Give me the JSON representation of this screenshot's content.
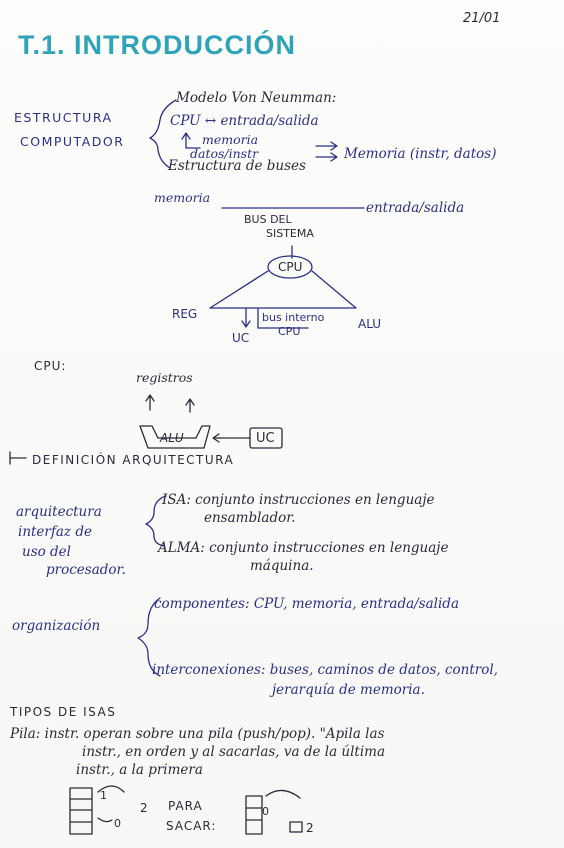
{
  "date": "21/01",
  "title": "T.1. INTRODUCCIÓN",
  "estructura": {
    "label_1": "ESTRUCTURA",
    "label_2": "COMPUTADOR",
    "line_1": "Modelo Von Neumman:",
    "line_2": "CPU ↔ entrada/salida",
    "line_3": "memoria",
    "line_4": "datos/instr",
    "line_5": "Memoria (instr, datos)",
    "line_6": "Estructura de buses"
  },
  "bus_diagram": {
    "memoria": "memoria",
    "entrada_salida": "entrada/salida",
    "bus_sistema_1": "BUS DEL",
    "bus_sistema_2": "SISTEMA",
    "cpu": "CPU",
    "reg": "REG",
    "bus_interno_1": "bus interno",
    "bus_interno_2": "CPU",
    "alu": "ALU",
    "uc": "UC"
  },
  "cpu_diagram": {
    "label": "CPU:",
    "registros": "registros",
    "alu": "ALU",
    "uc": "UC"
  },
  "definicion": "DEFINICIÓN ARQUITECTURA",
  "arquitectura": {
    "label_1": "arquitectura",
    "label_2": "interfaz de",
    "label_3": "uso del",
    "label_4": "procesador.",
    "isa_1": "ISA: conjunto instrucciones en lenguaje",
    "isa_2": "ensamblador.",
    "alma_1": "ALMA: conjunto instrucciones en lenguaje",
    "alma_2": "máquina."
  },
  "organizacion": {
    "label": "organización",
    "componentes": "componentes: CPU, memoria, entrada/salida",
    "interconexiones_1": "interconexiones: buses, caminos de datos, control,",
    "interconexiones_2": "jerarquía de memoria."
  },
  "tipos": {
    "heading": "TIPOS DE ISAS",
    "pila_1": "Pila: instr. operan sobre una pila (push/pop). \"Apila las",
    "pila_2": "instr., en orden y al sacarlas, va de la última",
    "pila_3": "instr., a la primera",
    "para_1": "PARA",
    "para_2": "SACAR:",
    "num_1": "1",
    "num_2": "2",
    "num_0": "0"
  }
}
